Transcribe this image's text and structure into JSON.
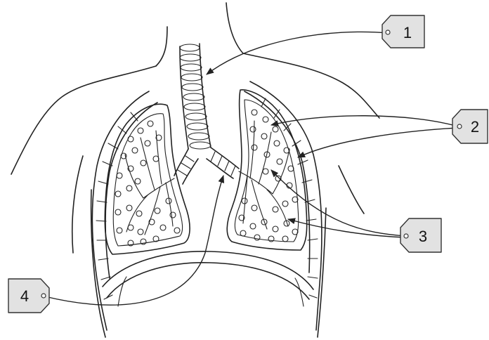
{
  "labels": {
    "tag_1": "1",
    "tag_2": "2",
    "tag_3": "3",
    "tag_4": "4"
  },
  "colors": {
    "tag_fill": "#e2e2e2",
    "ink": "#222222",
    "background": "#ffffff"
  }
}
